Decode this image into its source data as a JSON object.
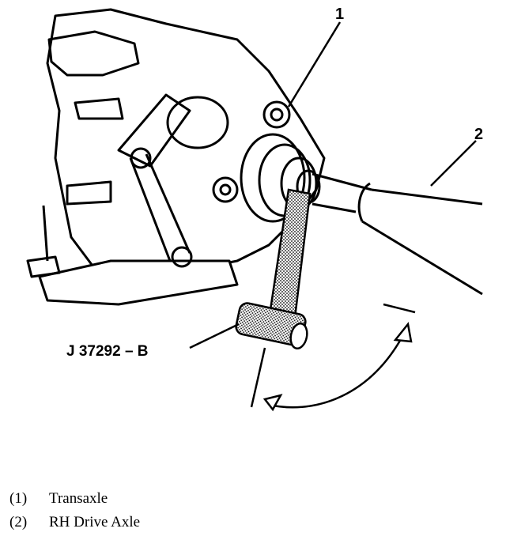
{
  "callouts": [
    {
      "number": "1"
    },
    {
      "number": "2"
    }
  ],
  "tool_label": "J 37292 – B",
  "legend": [
    {
      "number": "(1)",
      "text": "Transaxle"
    },
    {
      "number": "(2)",
      "text": "RH Drive Axle"
    }
  ]
}
